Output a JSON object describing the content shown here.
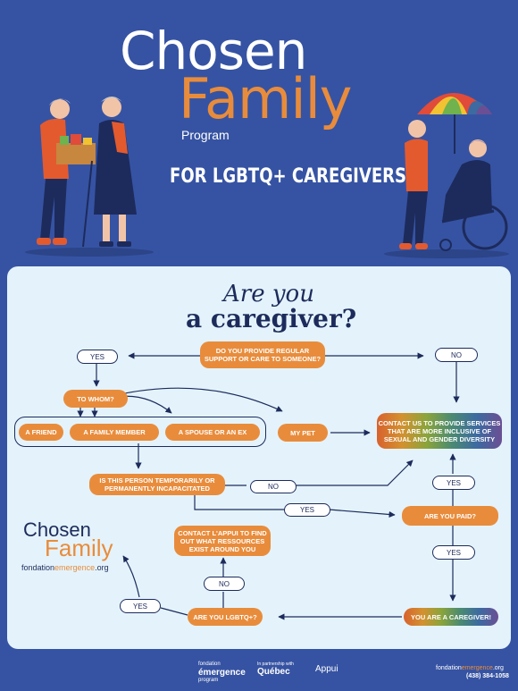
{
  "header": {
    "title_line1": "Chosen",
    "title_line2": "Family",
    "program": "Program",
    "subtitle": "FOR LGBTQ+ CAREGIVERS"
  },
  "question": {
    "line1": "Are you",
    "line2": "a caregiver?"
  },
  "flow": {
    "provide_care": "DO YOU PROVIDE REGULAR SUPPORT OR CARE TO SOMEONE?",
    "yes_top": "YES",
    "no_top": "NO",
    "to_whom": "TO WHOM?",
    "friend": "A FRIEND",
    "family_member": "A FAMILY MEMBER",
    "spouse": "A SPOUSE OR AN EX",
    "pet": "MY PET",
    "contact_us": "CONTACT US TO PROVIDE SERVICES THAT ARE MORE INCLUSIVE OF SEXUAL AND GENDER DIVERSITY",
    "incapacitated": "IS THIS PERSON TEMPORARILY OR PERMANENTLY INCAPACITATED",
    "no_mid": "NO",
    "yes_mid": "YES",
    "yes_right": "YES",
    "are_you_paid": "ARE YOU PAID?",
    "yes_lower_right": "YES",
    "contact_appui": "CONTACT L'APPUI TO FIND OUT WHAT RESSOURCES EXIST AROUND YOU",
    "no_lower": "NO",
    "yes_lower_left": "YES",
    "lgbtq": "ARE YOU LGBTQ+?",
    "you_are_caregiver": "YOU ARE A CAREGIVER!"
  },
  "logo": {
    "chosen": "Chosen",
    "family": "Family",
    "url_prefix": "fondation",
    "url_highlight": "emergence",
    "url_suffix": ".org"
  },
  "footer": {
    "fondation_small": "fondation",
    "fondation_big": "émergence",
    "fondation_program": "program",
    "partnership": "In partnership with",
    "quebec": "Québec",
    "appui": "Appui",
    "url_prefix": "fondation",
    "url_highlight": "emergence",
    "url_suffix": ".org",
    "phone": "(438) 384-1058"
  },
  "colors": {
    "background": "#3653a3",
    "panel": "#e4f3fb",
    "orange": "#e88c3c",
    "navy": "#1d2b5c"
  }
}
